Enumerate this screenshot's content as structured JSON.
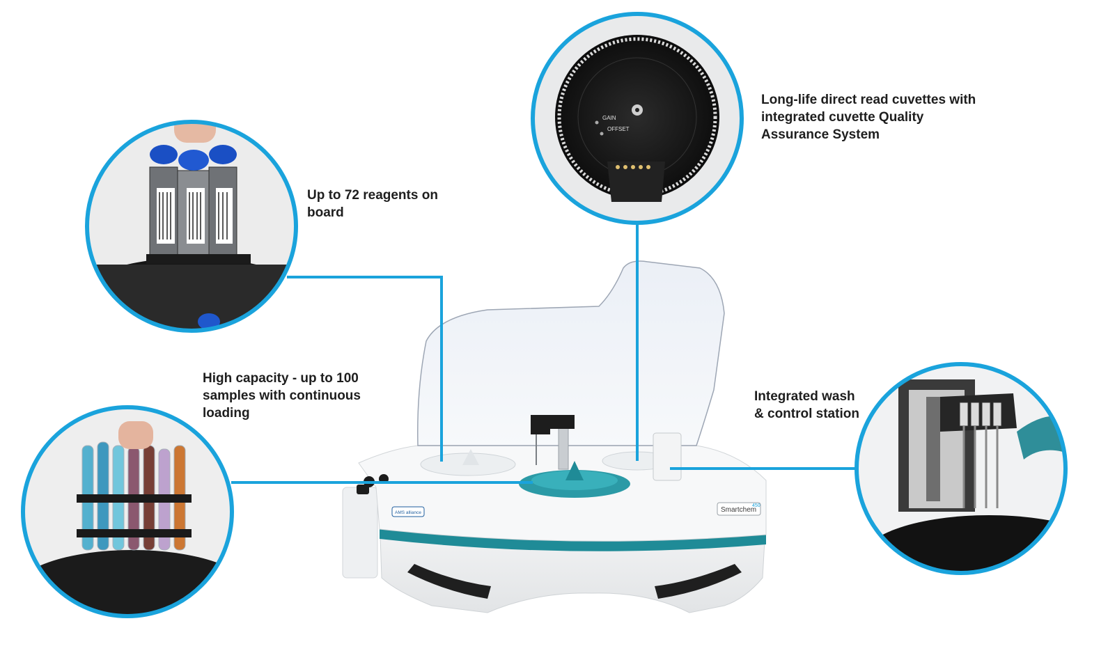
{
  "colors": {
    "accent": "#1aa3dc",
    "teal": "#1f8b97",
    "text": "#1e1e1e"
  },
  "callouts": {
    "reagents": {
      "lines": [
        "Up to 72 reagents on",
        "board"
      ]
    },
    "cuvettes": {
      "lines": [
        "Long-life direct read cuvettes with",
        "integrated cuvette Quality",
        "Assurance System"
      ]
    },
    "samples": {
      "lines": [
        "High capacity - up to 100",
        "samples with continuous",
        "loading"
      ]
    },
    "wash": {
      "lines": [
        "Integrated wash",
        "& control station"
      ]
    }
  },
  "device": {
    "brand_label": "AMS alliance",
    "model_label": "Smartchem",
    "model_suffix": "450"
  },
  "cuvette_dial": {
    "labels": [
      "GAIN",
      "OFFSET"
    ]
  }
}
